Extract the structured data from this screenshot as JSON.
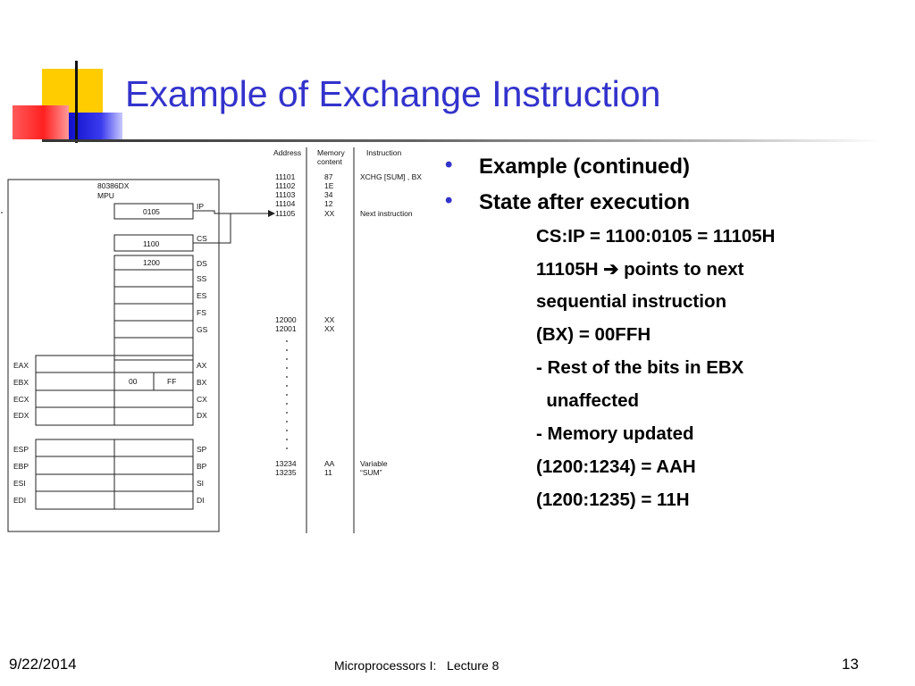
{
  "title": "Example of Exchange Instruction",
  "bullets": [
    {
      "text": "Example (continued)"
    },
    {
      "text": "State after execution"
    }
  ],
  "sub_lines": [
    "CS:IP = 1100:0105 = 11105H",
    "11105H ➔ points to next",
    "sequential instruction",
    "(BX) = 00FFH",
    "- Rest of the bits in EBX",
    "  unaffected",
    "- Memory updated",
    "(1200:1234) = AAH",
    "(1200:1235) = 11H"
  ],
  "diagram": {
    "mpu_label_1": "80386DX",
    "mpu_label_2": "MPU",
    "col_address": "Address",
    "col_memory_1": "Memory",
    "col_memory_2": "content",
    "col_instruction": "Instruction",
    "memory_rows": [
      {
        "address": "11101",
        "content": "87",
        "note": "XCHG [SUM] , BX"
      },
      {
        "address": "11102",
        "content": "1E",
        "note": ""
      },
      {
        "address": "11103",
        "content": "34",
        "note": ""
      },
      {
        "address": "11104",
        "content": "12",
        "note": ""
      },
      {
        "address": "11105",
        "content": "XX",
        "note": "Next instruction"
      },
      {
        "address": "12000",
        "content": "XX",
        "note": ""
      },
      {
        "address": "12001",
        "content": "XX",
        "note": ""
      },
      {
        "address": "13234",
        "content": "AA",
        "note": "Variable"
      },
      {
        "address": "13235",
        "content": "11",
        "note": "“SUM”"
      }
    ],
    "segment_registers": [
      {
        "name": "IP",
        "value": "0105"
      },
      {
        "name": "CS",
        "value": "1100"
      },
      {
        "name": "DS",
        "value": "1200"
      },
      {
        "name": "SS",
        "value": ""
      },
      {
        "name": "ES",
        "value": ""
      },
      {
        "name": "FS",
        "value": ""
      },
      {
        "name": "GS",
        "value": ""
      }
    ],
    "general_registers": [
      {
        "left": "EAX",
        "right": "AX",
        "high": "",
        "low": ""
      },
      {
        "left": "EBX",
        "right": "BX",
        "high": "00",
        "low": "FF"
      },
      {
        "left": "ECX",
        "right": "CX",
        "high": "",
        "low": ""
      },
      {
        "left": "EDX",
        "right": "DX",
        "high": "",
        "low": ""
      }
    ],
    "pointer_registers": [
      {
        "left": "ESP",
        "right": "SP"
      },
      {
        "left": "EBP",
        "right": "BP"
      },
      {
        "left": "ESI",
        "right": "SI"
      },
      {
        "left": "EDI",
        "right": "DI"
      }
    ]
  },
  "footer": {
    "date": "9/22/2014",
    "course": "Microprocessors I:   Lecture 8",
    "page": "13"
  },
  "colors": {
    "title": "#3333cc",
    "bullet": "#3333cc",
    "deco_yellow": "#ffcc00",
    "deco_red": "#ff2020",
    "deco_blue": "#1010cc"
  }
}
